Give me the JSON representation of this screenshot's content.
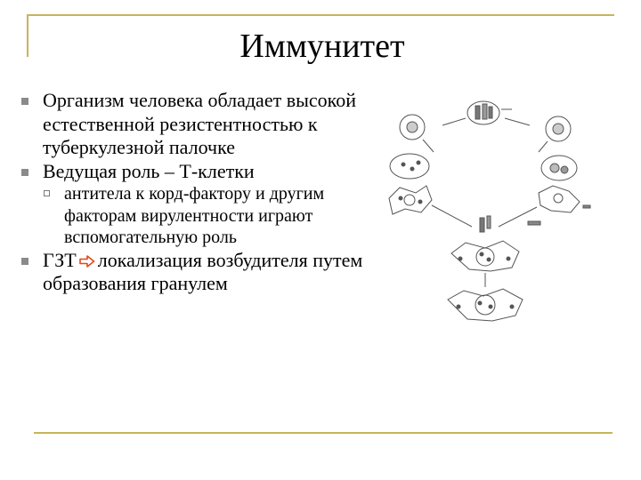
{
  "slide": {
    "title": "Иммунитет",
    "bullets": [
      {
        "text": "Организм человека обладает высокой естественной резистентностью к туберкулезной палочке"
      },
      {
        "text": "Ведущая роль – Т-клетки"
      },
      {
        "text": "антитела к корд-фактору и другим факторам вирулентности играют вспомогательную роль"
      },
      {
        "before_arrow": "ГЗТ",
        "after_arrow": "локализация возбудителя путем образования гранулем"
      }
    ],
    "icons": {
      "bullet": "square-bullet-icon",
      "sub_bullet": "hollow-square-bullet-icon",
      "arrow": "outline-right-arrow-icon"
    },
    "colors": {
      "frame": "#c8b45a",
      "bullet": "#8a8a8a",
      "arrow": "#e04a1a"
    }
  }
}
